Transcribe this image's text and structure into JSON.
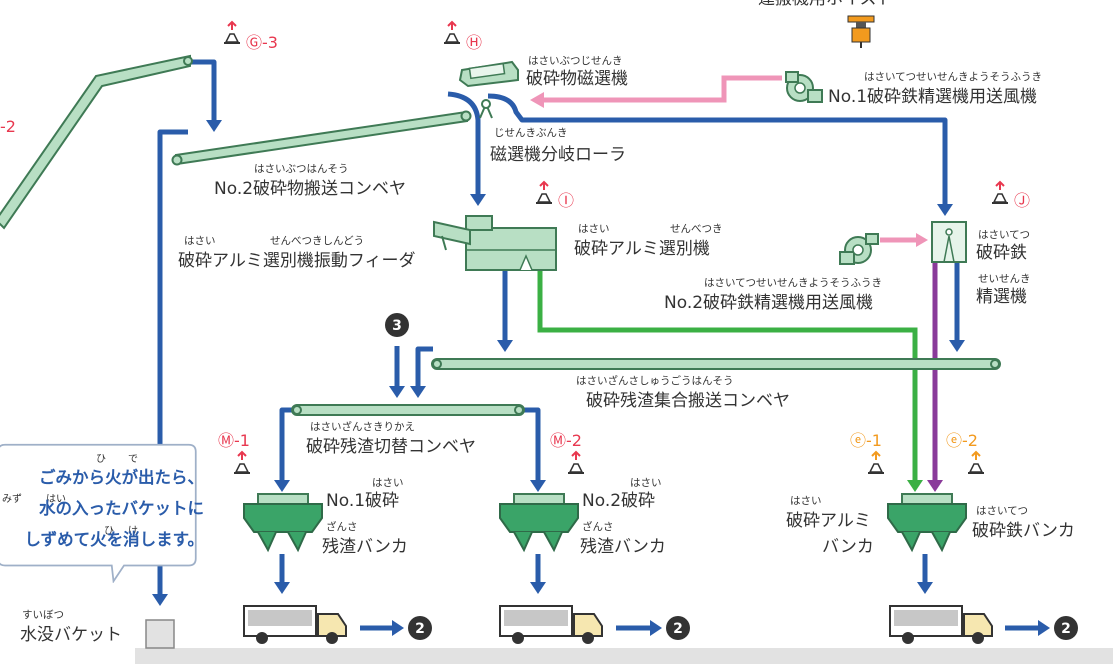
{
  "labels": {
    "top_cutoff": "運搬機用ホイスト",
    "magnetic_separator": "破砕物磁選機",
    "magnetic_separator_ruby": "はさいぶつじせんき",
    "no1_blower": "No.1破砕鉄精選機用送風機",
    "no1_blower_ruby": "はさいてつせいせんきようそうふうき",
    "branch_roller": "磁選機分岐ローラ",
    "branch_roller_ruby": "じせんきぶんき",
    "no2_conveyor": "No.2破砕物搬送コンベヤ",
    "no2_conveyor_ruby": "はさいぶつはんそう",
    "al_separator": "破砕アルミ選別機",
    "al_separator_ruby_1": "はさい",
    "al_separator_ruby_2": "せんべつき",
    "vib_feeder": "破砕アルミ選別機振動フィーダ",
    "vib_feeder_ruby_1": "はさい",
    "vib_feeder_ruby_2": "せんべつきしんどう",
    "iron_1": "破砕鉄",
    "iron_1_ruby": "はさいてつ",
    "iron_2": "精選機",
    "iron_2_ruby": "せいせんき",
    "no2_blower": "No.2破砕鉄精選機用送風機",
    "no2_blower_ruby": "はさいてつせいせんきようそうふうき",
    "residue_collect": "破砕残渣集合搬送コンベヤ",
    "residue_collect_ruby": "はさいざんさしゅうごうはんそう",
    "residue_switch": "破砕残渣切替コンベヤ",
    "residue_switch_ruby": "はさいざんさきりかえ",
    "bunker1_a": "No.1破砕",
    "bunker1_a_ruby": "はさい",
    "bunker1_b": "残渣バンカ",
    "bunker1_b_ruby": "ざんさ",
    "bunker2_a": "No.2破砕",
    "bunker2_a_ruby": "はさい",
    "bunker2_b": "残渣バンカ",
    "bunker2_b_ruby": "ざんさ",
    "al_bunker_a": "破砕アルミ",
    "al_bunker_a_ruby": "はさい",
    "al_bunker_b": "バンカ",
    "iron_bunker": "破砕鉄バンカ",
    "iron_bunker_ruby": "はさいてつ",
    "submerged_bucket": "水没バケット",
    "submerged_bucket_ruby": "すいぼつ"
  },
  "markers": {
    "g3": "Ⓖ-3",
    "g2": "-2",
    "h": "Ⓗ",
    "i": "Ⓘ",
    "j": "Ⓙ",
    "m1": "Ⓜ-1",
    "m2": "Ⓜ-2",
    "e1": "ⓔ-1",
    "e2": "ⓔ-2"
  },
  "circles": {
    "three": "3",
    "two_1": "2",
    "two_2": "2",
    "two_3": "2"
  },
  "bubble": {
    "line1": "ごみから火が出たら、",
    "line2": "水の入ったバケットに",
    "line3": "しずめて火を消します。",
    "ruby_hi": "ひ",
    "ruby_de": "で",
    "ruby_mizu": "みず",
    "ruby_hai": "はい",
    "ruby_hi2": "ひ",
    "ruby_ke": "け"
  },
  "colors": {
    "flow_blue": "#2a5caa",
    "flow_green": "#3bb044",
    "flow_purple": "#8a3a9a",
    "flow_pink": "#ef95b8",
    "conveyor_fill": "#b8dfc4",
    "conveyor_stroke": "#3f7a55",
    "marker_red": "#e8384f",
    "marker_orange": "#f29a1e",
    "floor": "#e2e2e2"
  }
}
